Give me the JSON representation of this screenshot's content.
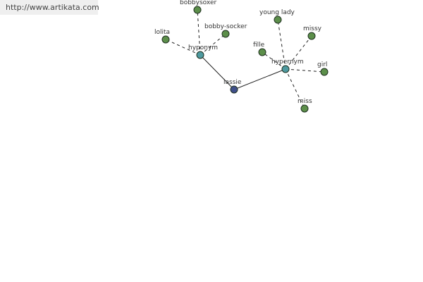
{
  "source_url": "http://www.artikata.com",
  "colors": {
    "leaf": "#5c8f4a",
    "hub": "#4e9aa0",
    "root": "#3f4f8a",
    "edge": "#222222",
    "stroke": "#1f3020"
  },
  "nodes": [
    {
      "id": "lassie",
      "label": "lassie",
      "kind": "root"
    },
    {
      "id": "hyponym",
      "label": "hyponym",
      "kind": "hub"
    },
    {
      "id": "hypernym",
      "label": "hypernym",
      "kind": "hub"
    },
    {
      "id": "bobbysoxer",
      "label": "bobbysoxer",
      "kind": "leaf"
    },
    {
      "id": "bobby-socker",
      "label": "bobby-socker",
      "kind": "leaf"
    },
    {
      "id": "lolita",
      "label": "lolita",
      "kind": "leaf"
    },
    {
      "id": "young-lady",
      "label": "young lady",
      "kind": "leaf"
    },
    {
      "id": "missy",
      "label": "missy",
      "kind": "leaf"
    },
    {
      "id": "fille",
      "label": "fille",
      "kind": "leaf"
    },
    {
      "id": "girl",
      "label": "girl",
      "kind": "leaf"
    },
    {
      "id": "miss",
      "label": "miss",
      "kind": "leaf"
    }
  ],
  "edges": [
    {
      "from": "lassie",
      "to": "hyponym",
      "style": "solid"
    },
    {
      "from": "lassie",
      "to": "hypernym",
      "style": "solid"
    },
    {
      "from": "hyponym",
      "to": "bobbysoxer",
      "style": "dashed"
    },
    {
      "from": "hyponym",
      "to": "bobby-socker",
      "style": "dashed"
    },
    {
      "from": "hyponym",
      "to": "lolita",
      "style": "dashed"
    },
    {
      "from": "hypernym",
      "to": "young-lady",
      "style": "dashed"
    },
    {
      "from": "hypernym",
      "to": "missy",
      "style": "dashed"
    },
    {
      "from": "hypernym",
      "to": "fille",
      "style": "dashed"
    },
    {
      "from": "hypernym",
      "to": "girl",
      "style": "dashed"
    },
    {
      "from": "hypernym",
      "to": "miss",
      "style": "dashed"
    }
  ]
}
